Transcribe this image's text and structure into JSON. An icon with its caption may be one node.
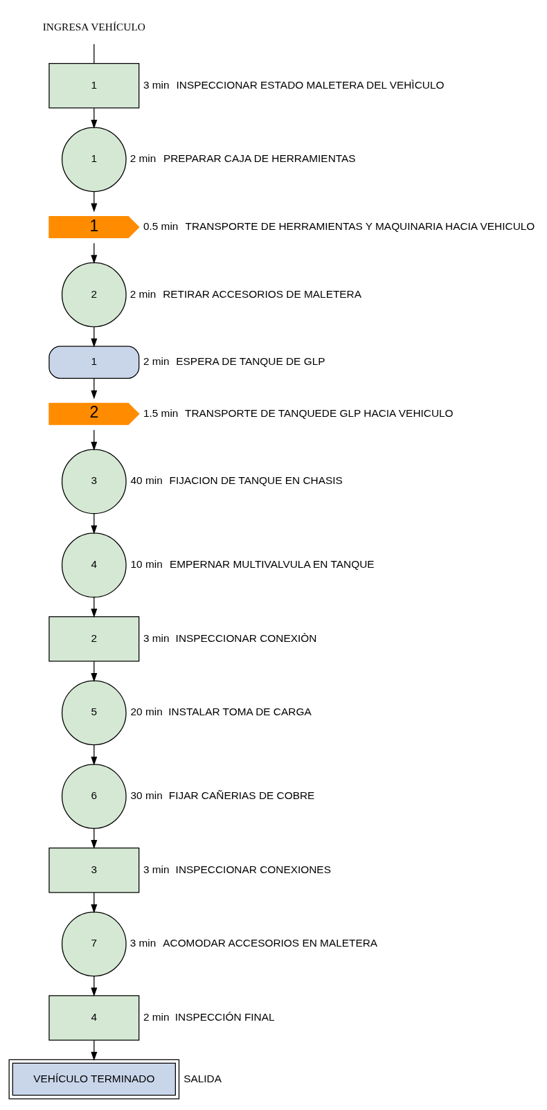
{
  "diagram": {
    "nodes": [
      {
        "text": [
          "INGRESA VEHÍCULO"
        ]
      },
      {
        "text": [
          "1"
        ],
        "beside": [
          "3 min",
          "INSPECCIONAR ESTADO MALETERA DEL VEHÌCULO"
        ]
      },
      {
        "text": [
          "1"
        ],
        "beside": [
          "2 min",
          "PREPARAR CAJA DE HERRAMIENTAS"
        ]
      },
      {
        "text": [
          "1"
        ],
        "beside": [
          "0.5 min",
          "TRANSPORTE DE HERRAMIENTAS Y MAQUINARIA HACIA VEHICULO"
        ]
      },
      {
        "text": [
          "2"
        ],
        "beside": [
          "2 min",
          "RETIRAR ACCESORIOS DE MALETERA"
        ]
      },
      {
        "text": [
          "1"
        ],
        "beside": [
          "2 min",
          "ESPERA DE TANQUE DE GLP"
        ]
      },
      {
        "text": [
          "2"
        ],
        "beside": [
          "1.5 min",
          "TRANSPORTE DE TANQUEDE GLP HACIA VEHICULO"
        ]
      },
      {
        "text": [
          "3"
        ],
        "beside": [
          "40 min",
          "FIJACION DE TANQUE EN CHASIS"
        ]
      },
      {
        "text": [
          "4"
        ],
        "beside": [
          "10 min",
          "EMPERNAR MULTIVALVULA EN TANQUE"
        ]
      },
      {
        "text": [
          "2"
        ],
        "beside": [
          "3 min",
          "INSPECCIONAR CONEXIÒN"
        ]
      },
      {
        "text": [
          "5"
        ],
        "beside": [
          "20 min",
          "INSTALAR TOMA DE CARGA"
        ]
      },
      {
        "text": [
          "6"
        ],
        "beside": [
          "30 min",
          "FIJAR CAÑERIAS DE COBRE"
        ]
      },
      {
        "text": [
          "3"
        ],
        "beside": [
          "3 min",
          "INSPECCIONAR CONEXIONES"
        ]
      },
      {
        "text": [
          "7"
        ],
        "beside": [
          "3 min",
          "ACOMODAR ACCESORIOS EN MALETERA"
        ]
      },
      {
        "text": [
          "4"
        ],
        "beside": [
          "2 min",
          "INSPECCIÓN FINAL"
        ]
      },
      {
        "text": [
          "VEHÍCULO TERMINADO"
        ],
        "beside": [
          "SALIDA"
        ]
      }
    ],
    "edges": [
      {
        "from": 0,
        "to": 1,
        "arrow": "none"
      },
      {
        "from": 1,
        "to": 2,
        "arrow": "to"
      },
      {
        "from": 2,
        "to": 3,
        "arrow": "to"
      },
      {
        "from": 3,
        "to": 4,
        "arrow": "to"
      },
      {
        "from": 4,
        "to": 5,
        "arrow": "to"
      },
      {
        "from": 5,
        "to": 6,
        "arrow": "to"
      },
      {
        "from": 6,
        "to": 7,
        "arrow": "to"
      },
      {
        "from": 7,
        "to": 8,
        "arrow": "to"
      },
      {
        "from": 8,
        "to": 9,
        "arrow": "to"
      },
      {
        "from": 9,
        "to": 10,
        "arrow": "to"
      },
      {
        "from": 10,
        "to": 11,
        "arrow": "to"
      },
      {
        "from": 11,
        "to": 12,
        "arrow": "to"
      },
      {
        "from": 12,
        "to": 13,
        "arrow": "to"
      },
      {
        "from": 13,
        "to": 14,
        "arrow": "to"
      },
      {
        "from": 14,
        "to": 15,
        "arrow": "to"
      }
    ]
  }
}
